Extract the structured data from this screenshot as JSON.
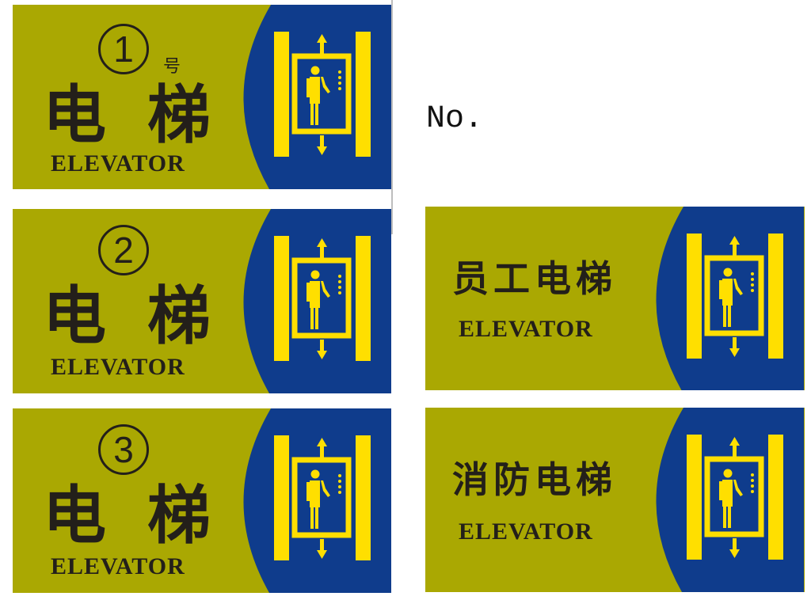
{
  "colors": {
    "olive_background": "#aaa802",
    "blue_panel": "#0f3c8c",
    "icon_yellow": "#ffdf00",
    "text_dark": "#231f1a"
  },
  "label_no": "No.",
  "signs": [
    {
      "number": "1",
      "suffix": "号",
      "title_cn": "电梯",
      "title_en": "ELEVATOR",
      "icon": "elevator-icon"
    },
    {
      "number": "2",
      "title_cn": "电梯",
      "title_en": "ELEVATOR",
      "icon": "elevator-icon"
    },
    {
      "number": "3",
      "title_cn": "电梯",
      "title_en": "ELEVATOR",
      "icon": "elevator-icon"
    },
    {
      "title_cn": "员工电梯",
      "title_en": "ELEVATOR",
      "icon": "elevator-icon"
    },
    {
      "title_cn": "消防电梯",
      "title_en": "ELEVATOR",
      "icon": "elevator-icon"
    }
  ]
}
